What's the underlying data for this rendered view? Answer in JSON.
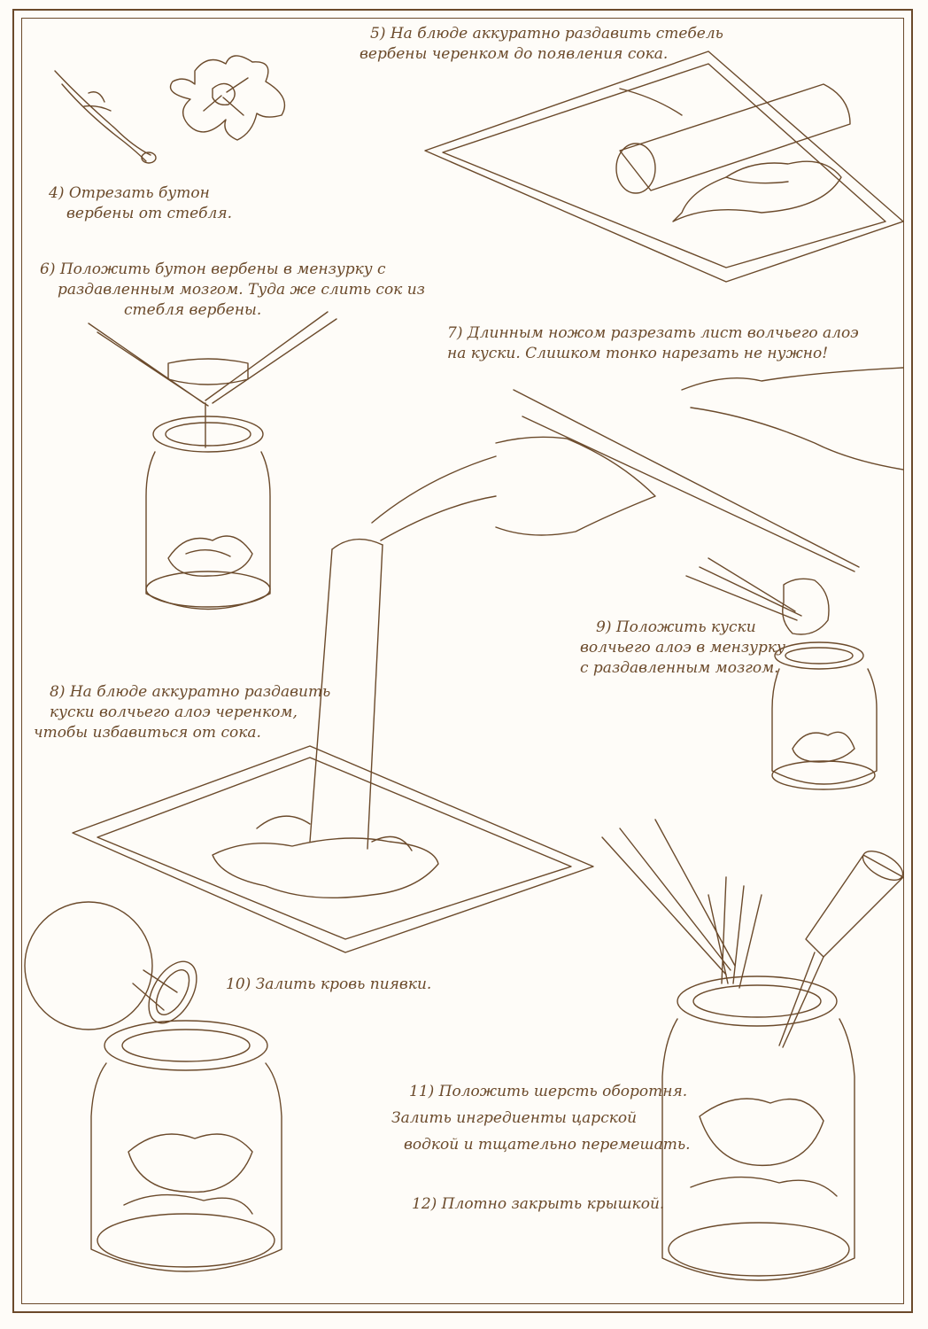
{
  "steps": {
    "s4": {
      "line1": "4) Отрезать бутон",
      "line2": "вербены от стебля."
    },
    "s5": {
      "line1": "5) На блюде аккуратно раздавить стебель",
      "line2": "вербены черенком до появления сока."
    },
    "s6": {
      "line1": "6)  Положить бутон вербены в мензурку с",
      "line2": "раздавленным мозгом. Туда же слить сок из",
      "line3": "стебля вербены."
    },
    "s7": {
      "line1": "7)  Длинным ножом разрезать лист волчьего алоэ",
      "line2": "на куски. Слишком тонко нарезать не нужно!"
    },
    "s8": {
      "line1": "8) На блюде аккуратно раздавить",
      "line2": "куски волчьего алоэ черенком,",
      "line3": "чтобы избавиться от сока."
    },
    "s9": {
      "line1": "9) Положить куски",
      "line2": "волчьего алоэ в мензурку",
      "line3": "с раздавленным мозгом."
    },
    "s10": {
      "line1": "10) Залить кровь пиявки."
    },
    "s11": {
      "line1": "11) Положить шерсть оборотня.",
      "line2": "Залить ингредиенты царской",
      "line3": "водкой и тщательно перемешать."
    },
    "s12": {
      "line1": "12) Плотно закрыть крышкой."
    }
  },
  "colors": {
    "ink": "#6b4a2b",
    "paper": "#fefcf8"
  }
}
